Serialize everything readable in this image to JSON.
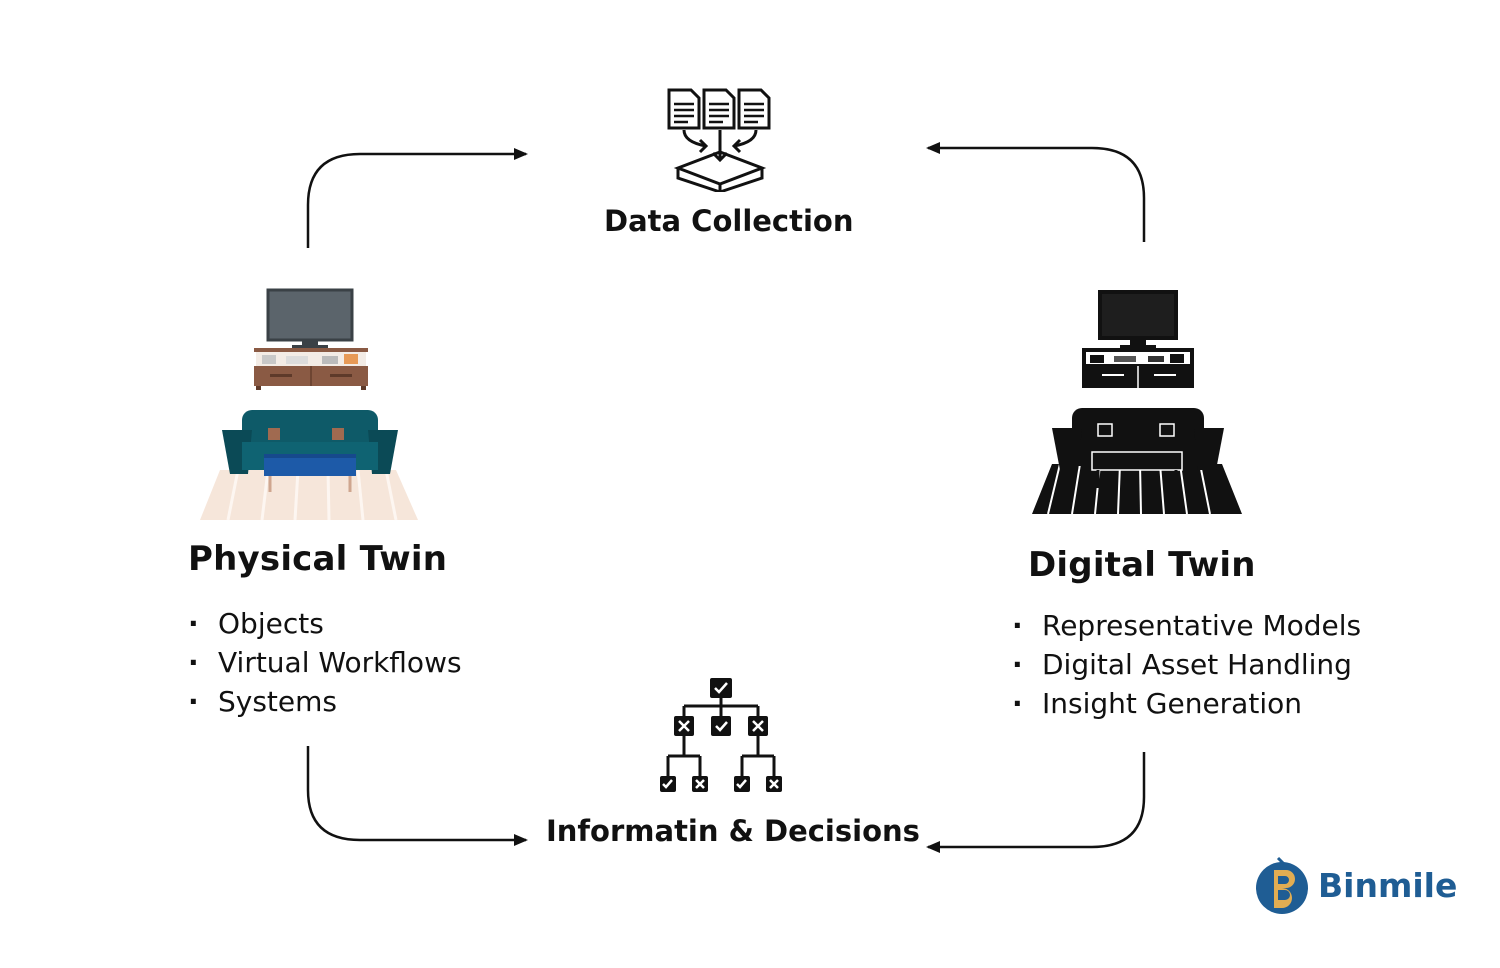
{
  "nodes": {
    "data_collection": {
      "label": "Data Collection",
      "icon": "documents-to-box-icon"
    },
    "information_decisions": {
      "label": "Informatin & Decisions",
      "icon": "decision-tree-icon"
    }
  },
  "physical_twin": {
    "title": "Physical Twin",
    "items": [
      "Objects",
      "Virtual Workflows",
      "Systems"
    ],
    "illustration": "living-room-color-icon",
    "colors": {
      "sofa": "#0e5a68",
      "table": "#1d5aa8",
      "rug": "#f4e3d6",
      "cabinet": "#8a5a44",
      "tv": "#4a5258"
    }
  },
  "digital_twin": {
    "title": "Digital Twin",
    "items": [
      "Representative Models",
      "Digital Asset Handling",
      "Insight Generation"
    ],
    "illustration": "living-room-silhouette-icon",
    "colors": {
      "fill": "#111111"
    }
  },
  "brand": {
    "name": "Binmile",
    "colors": {
      "orange": "#f39a1e",
      "blue": "#1f5d94"
    }
  }
}
